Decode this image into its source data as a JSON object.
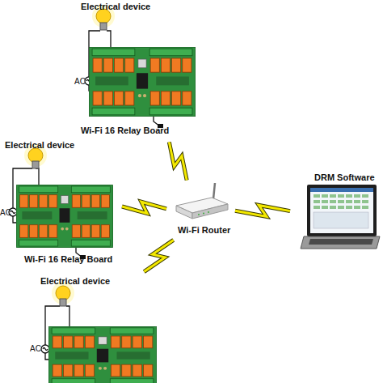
{
  "diagram": {
    "nodes": [
      {
        "text": [
          "Electrical device",
          "AC",
          "Wi-Fi 16 Relay Board"
        ]
      },
      {
        "text": [
          "Electrical device",
          "AC",
          "Wi-Fi 16 Relay Board"
        ]
      },
      {
        "text": [
          "Electrical device",
          "AC"
        ]
      },
      {
        "text": [
          "Wi-Fi Router"
        ]
      },
      {
        "text": [
          "DRM Software"
        ]
      }
    ],
    "edges": [
      {
        "from": 0,
        "to": 3,
        "arrow": "none"
      },
      {
        "from": 1,
        "to": 3,
        "arrow": "none"
      },
      {
        "from": 2,
        "to": 3,
        "arrow": "none"
      },
      {
        "from": 3,
        "to": 4,
        "arrow": "none"
      }
    ]
  }
}
